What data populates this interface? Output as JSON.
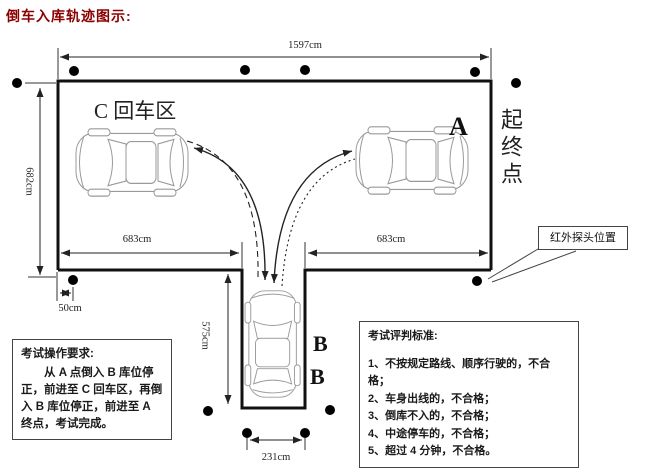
{
  "title": {
    "text": "倒车入库轨迹图示:",
    "color": "#8b0000"
  },
  "diagram": {
    "dims": {
      "top_width": "1597cm",
      "left_height": "682cm",
      "bottom_left": "683cm",
      "bottom_right": "683cm",
      "slot_depth": "575cm",
      "slot_width": "231cm",
      "sensor_offset": "50cm"
    },
    "zones": {
      "c": "C 回车区",
      "a": "A",
      "b_upper": "B",
      "b_lower": "B",
      "start_end": "起终点"
    },
    "sensor_label": "红外探头位置",
    "colors": {
      "line": "#111111",
      "car_outline": "#9a9a9a",
      "dot": "#000000",
      "title_accent": "#8b0000"
    }
  },
  "requirements": {
    "title": "考试操作要求:",
    "body": "从 A 点倒入 B 库位停正，前进至 C 回车区，再倒入 B 库位停正，前进至 A 终点，考试完成。"
  },
  "criteria": {
    "title": "考试评判标准:",
    "items": [
      "1、不按规定路线、顺序行驶的，不合格；",
      "2、车身出线的，不合格；",
      "3、倒库不入的，不合格；",
      "4、中途停车的，不合格；",
      "5、超过 4 分钟，不合格。"
    ]
  }
}
